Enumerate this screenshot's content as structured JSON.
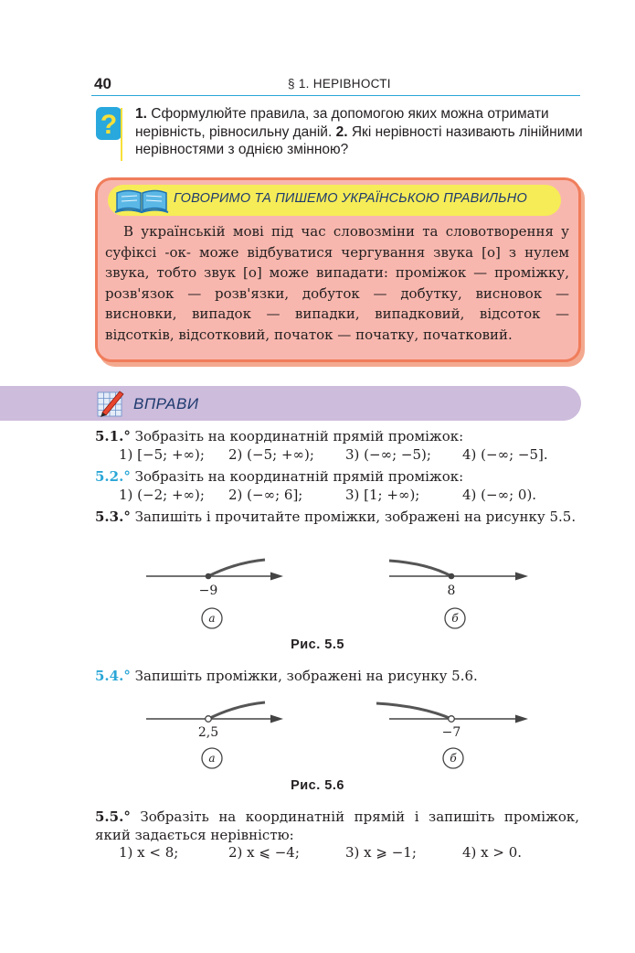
{
  "header": {
    "page_number": "40",
    "section": "§ 1. НЕРІВНОСТІ"
  },
  "question": {
    "icon": "question-mark-icon",
    "n1": "1.",
    "t1": " Сформулюйте правила, за допомогою яких можна отрима­ти нерівність, рівносильну даній. ",
    "n2": "2.",
    "t2": " Які нерівності називають лінійними нерівностями з однією змінною?"
  },
  "rule": {
    "title": "ГОВОРИМО ТА ПИШЕМО УКРАЇНСЬКОЮ ПРАВИЛЬНО",
    "icon": "open-book-icon",
    "text": "В українській мові під час словозміни та словотворен­ня у суфіксі -ок- може відбуватися чергування звука [о] з нулем звука, тобто звук [о] може випадати: проміжок — проміжку, розв'язок — розв'язки, добуток — добутку, висновок — висновки, випадок — випадки, випадковий, відсоток — відсотків, відсотковий, початок — початку, початковий."
  },
  "exercises": {
    "title": "ВПРАВИ",
    "icon": "pencil-grid-icon",
    "e1": {
      "num": "5.1.°",
      "text": " Зобразіть на координатній прямій проміжок:",
      "opts": [
        "1) [−5; +∞);",
        "2) (−5; +∞);",
        "3) (−∞; −5);",
        "4) (−∞; −5]."
      ]
    },
    "e2": {
      "num": "5.2.°",
      "text": " Зобразіть на координатній прямій проміжок:",
      "opts": [
        "1) (−2; +∞);",
        "2) (−∞; 6];",
        "3) [1; +∞);",
        "4) (−∞; 0)."
      ]
    },
    "e3": {
      "num": "5.3.°",
      "text": " Запишіть і прочитайте проміжки, зображені на рисун­ку 5.5."
    },
    "fig55": {
      "a_value": "−9",
      "b_value": "8",
      "a_label": "а",
      "b_label": "б",
      "caption": "Рис. 5.5"
    },
    "e4": {
      "num": "5.4.°",
      "text": " Запишіть проміжки, зображені на рисунку 5.6."
    },
    "fig56": {
      "a_value": "2,5",
      "b_value": "−7",
      "a_label": "а",
      "b_label": "б",
      "caption": "Рис. 5.6"
    },
    "e5": {
      "num": "5.5.°",
      "text": " Зобразіть на координатній прямій і запишіть промі­жок, який задається нерівністю:",
      "opts": [
        "1) x < 8;",
        "2) x ⩽ −4;",
        "3) x ⩾ −1;",
        "4) x > 0."
      ]
    }
  },
  "colors": {
    "accent_blue": "#2aa6d6",
    "rule_bg": "#f8b7ae",
    "rule_border": "#f07d5b",
    "band_yellow": "#f6ec57",
    "exercises_band": "#cdbcdc"
  }
}
